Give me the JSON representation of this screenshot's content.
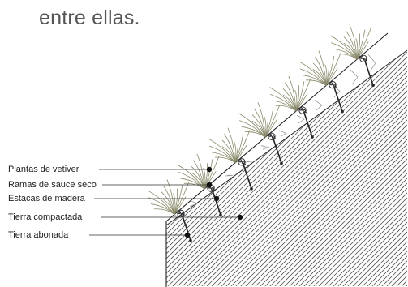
{
  "caption": "entre ellas.",
  "labels": {
    "vetiver": "Plantas de vetiver",
    "sauce": "Ramas de sauce seco",
    "estacas": "Estacas de madera",
    "compactada": "Tierra compactada",
    "abonada": "Tierra abonada"
  },
  "colors": {
    "line": "#222222",
    "hatch": "#555555",
    "grass": "#8a8a6a",
    "zigzag": "#9a9a9a",
    "dot": "#111111"
  }
}
